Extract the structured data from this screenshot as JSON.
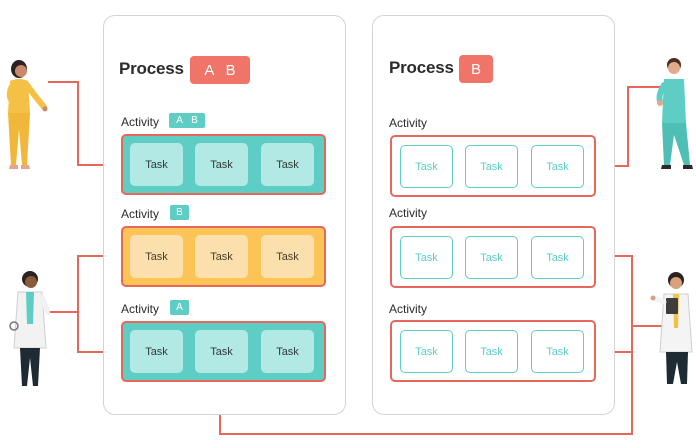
{
  "left_process": {
    "title": "Process",
    "tag": "A B",
    "activities": [
      {
        "label": "Activity",
        "badge": "A B",
        "tasks": [
          "Task",
          "Task",
          "Task"
        ]
      },
      {
        "label": "Activity",
        "badge": "B",
        "tasks": [
          "Task",
          "Task",
          "Task"
        ]
      },
      {
        "label": "Activity",
        "badge": "A",
        "tasks": [
          "Task",
          "Task",
          "Task"
        ]
      }
    ]
  },
  "right_process": {
    "title": "Process",
    "tag": "B",
    "activities": [
      {
        "label": "Activity",
        "tasks": [
          "Task",
          "Task",
          "Task"
        ]
      },
      {
        "label": "Activity",
        "tasks": [
          "Task",
          "Task",
          "Task"
        ]
      },
      {
        "label": "Activity",
        "tasks": [
          "Task",
          "Task",
          "Task"
        ]
      }
    ]
  },
  "colors": {
    "connector": "#e8675b",
    "teal": "#5ecdc4",
    "yellow": "#fcc456",
    "tag": "#f07468"
  },
  "figures": [
    {
      "name": "woman-yellow-outfit",
      "icon": "person-figure-icon"
    },
    {
      "name": "doctor-white-coat",
      "icon": "person-figure-icon"
    },
    {
      "name": "man-teal-scrubs",
      "icon": "person-figure-icon"
    },
    {
      "name": "doctor-with-clipboard",
      "icon": "person-figure-icon"
    }
  ]
}
